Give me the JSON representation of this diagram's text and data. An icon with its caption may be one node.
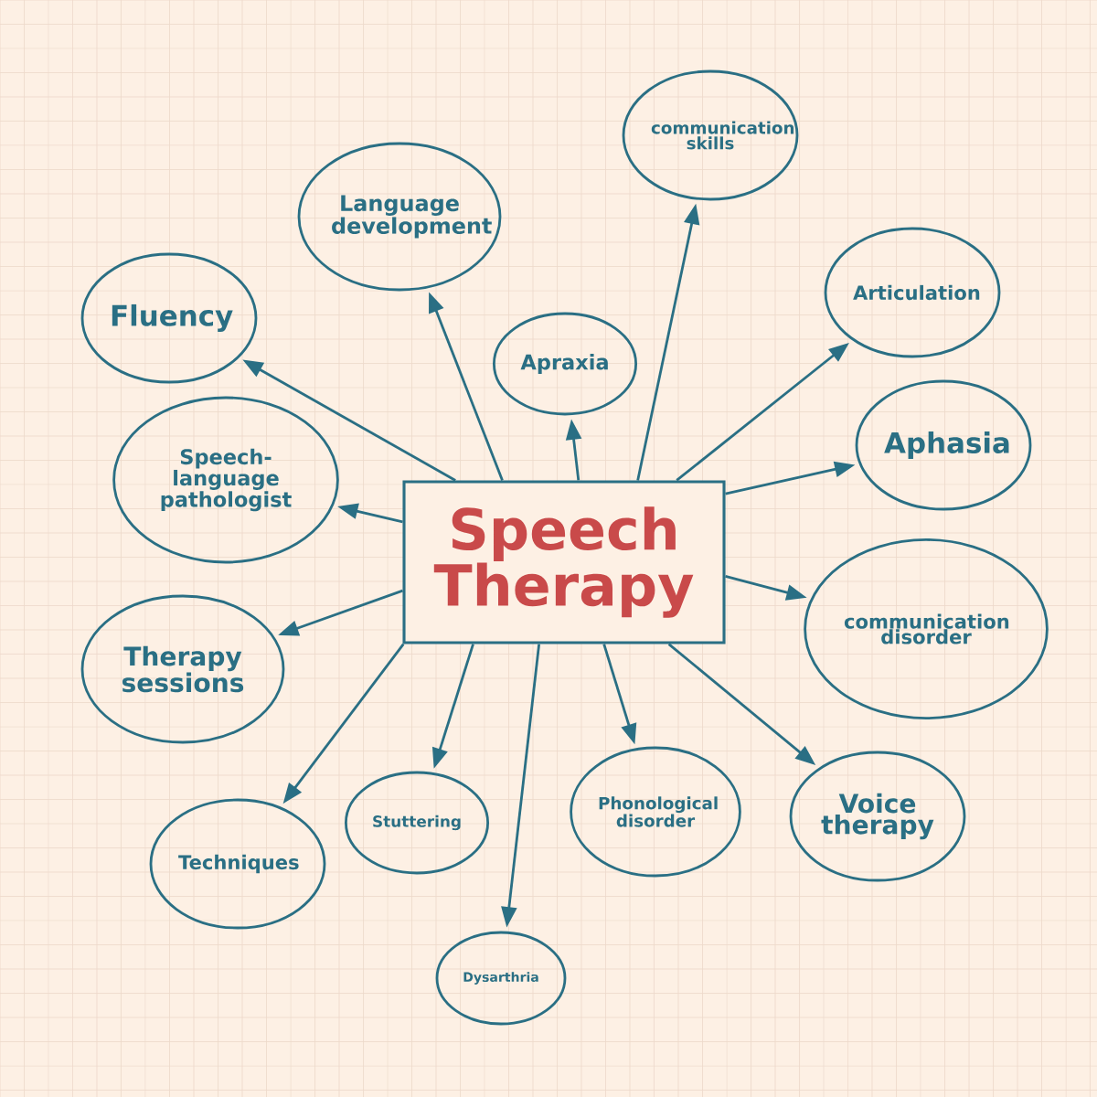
{
  "diagram": {
    "nodes": [
      {
        "text": [
          "Speech Therapy"
        ]
      },
      {
        "text": [
          "Fluency"
        ]
      },
      {
        "text": [
          "Language development"
        ]
      },
      {
        "text": [
          "communication skills"
        ]
      },
      {
        "text": [
          "Apraxia"
        ]
      },
      {
        "text": [
          "Articulation"
        ]
      },
      {
        "text": [
          "Speech-language pathologist"
        ]
      },
      {
        "text": [
          "Aphasia"
        ]
      },
      {
        "text": [
          "communication disorder"
        ]
      },
      {
        "text": [
          "Therapy sessions"
        ]
      },
      {
        "text": [
          "Techniques"
        ]
      },
      {
        "text": [
          "Stuttering"
        ]
      },
      {
        "text": [
          "Phonological disorder"
        ]
      },
      {
        "text": [
          "Voice therapy"
        ]
      },
      {
        "text": [
          "Dysarthria"
        ]
      }
    ],
    "edges": [
      {
        "from": 0,
        "to": 1,
        "arrow": "to"
      },
      {
        "from": 0,
        "to": 2,
        "arrow": "to"
      },
      {
        "from": 0,
        "to": 3,
        "arrow": "to"
      },
      {
        "from": 0,
        "to": 4,
        "arrow": "to"
      },
      {
        "from": 0,
        "to": 5,
        "arrow": "to"
      },
      {
        "from": 0,
        "to": 6,
        "arrow": "to"
      },
      {
        "from": 0,
        "to": 7,
        "arrow": "to"
      },
      {
        "from": 0,
        "to": 8,
        "arrow": "to"
      },
      {
        "from": 0,
        "to": 9,
        "arrow": "to"
      },
      {
        "from": 0,
        "to": 10,
        "arrow": "to"
      },
      {
        "from": 0,
        "to": 11,
        "arrow": "to"
      },
      {
        "from": 0,
        "to": 12,
        "arrow": "to"
      },
      {
        "from": 0,
        "to": 13,
        "arrow": "to"
      },
      {
        "from": 0,
        "to": 14,
        "arrow": "to"
      }
    ]
  }
}
